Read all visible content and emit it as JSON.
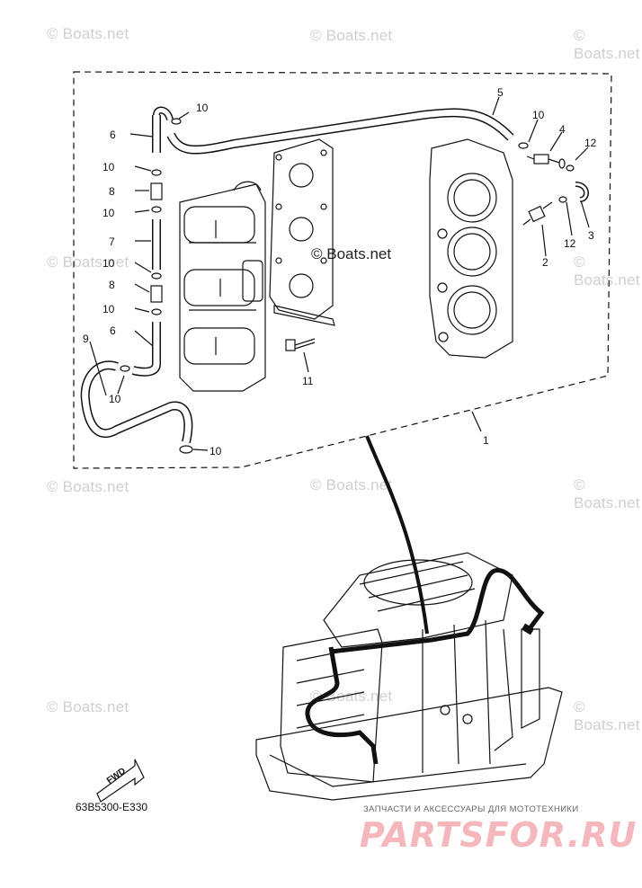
{
  "watermarks": [
    "© Boats.net",
    "© Boats.net",
    "© Boats.net",
    "© Boats.net",
    "© Boats.net",
    "© Boats.net",
    "© Boats.net",
    "© Boats.net",
    "© Boats.net",
    "© Boats.net",
    "© Boats.net",
    "© Boats.net"
  ],
  "inline_watermark": "© Boats.net",
  "callouts": [
    "10",
    "6",
    "10",
    "8",
    "10",
    "7",
    "10",
    "8",
    "10",
    "6",
    "9",
    "10",
    "10",
    "11",
    "5",
    "10",
    "4",
    "12",
    "3",
    "12",
    "2",
    "1"
  ],
  "figure_code": "63B5300-E330",
  "fwd_label": "FWD",
  "banner": {
    "tagline": "ЗАПЧАСТИ И АКСЕССУАРЫ ДЛЯ МОТОТЕХНИКИ",
    "brand": "PARTSFOR.RU"
  },
  "colors": {
    "line": "#111111",
    "watermark": "#cfcfcf",
    "brand": "#f5b7bb"
  }
}
